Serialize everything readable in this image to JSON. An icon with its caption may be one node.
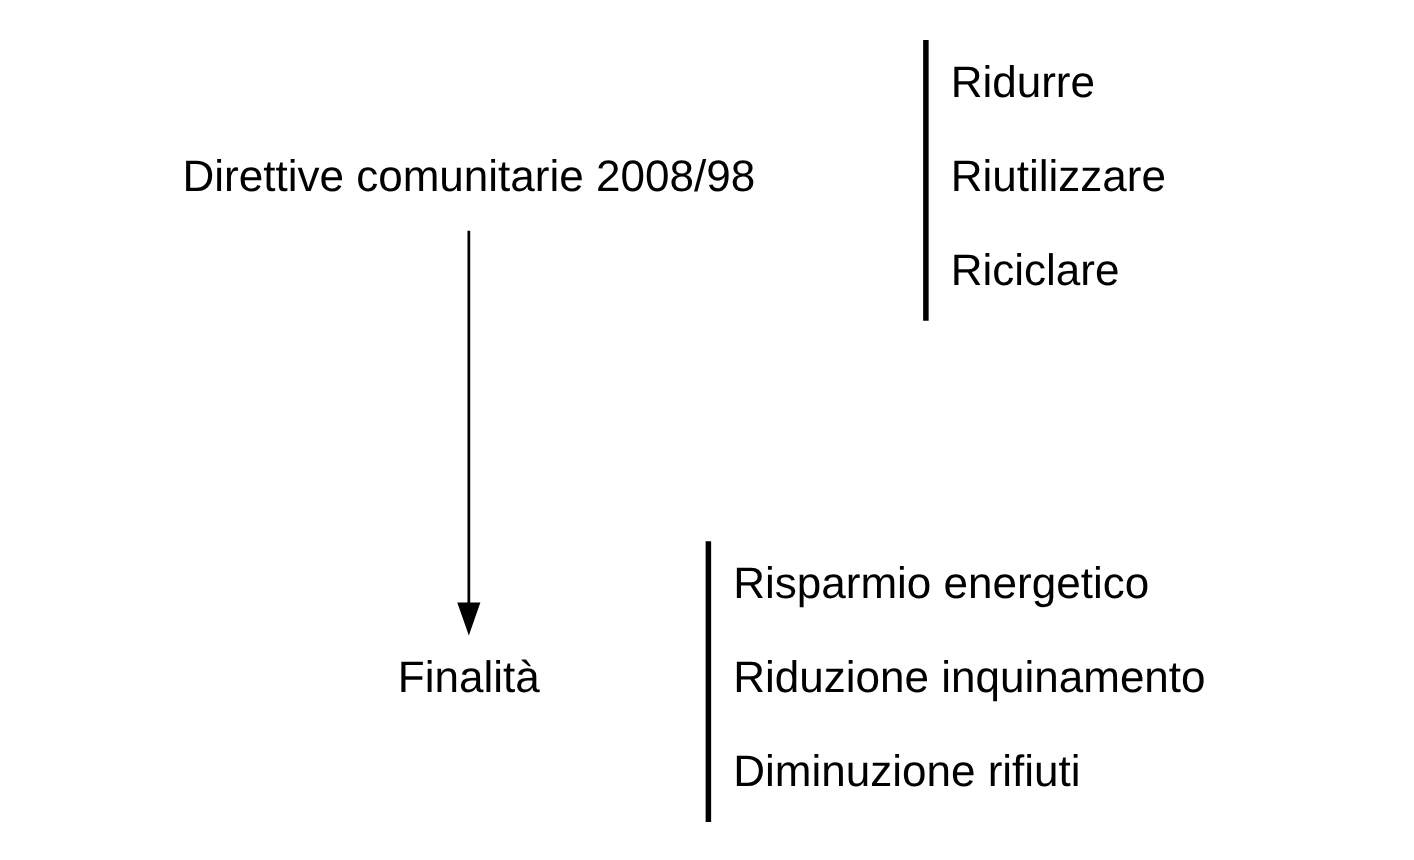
{
  "diagram": {
    "nodes": [
      {
        "text": [
          "Direttive comunitarie 2008/98"
        ]
      },
      {
        "text": [
          "Finalità"
        ]
      }
    ],
    "edges": [
      {
        "from": 0,
        "to": 1,
        "arrow": "to"
      }
    ],
    "labels": [
      "Ridurre",
      "Riutilizzare",
      "Riciclare",
      "Risparmio energetico",
      "Riduzione inquinamento",
      "Diminuzione rifiuti"
    ]
  }
}
